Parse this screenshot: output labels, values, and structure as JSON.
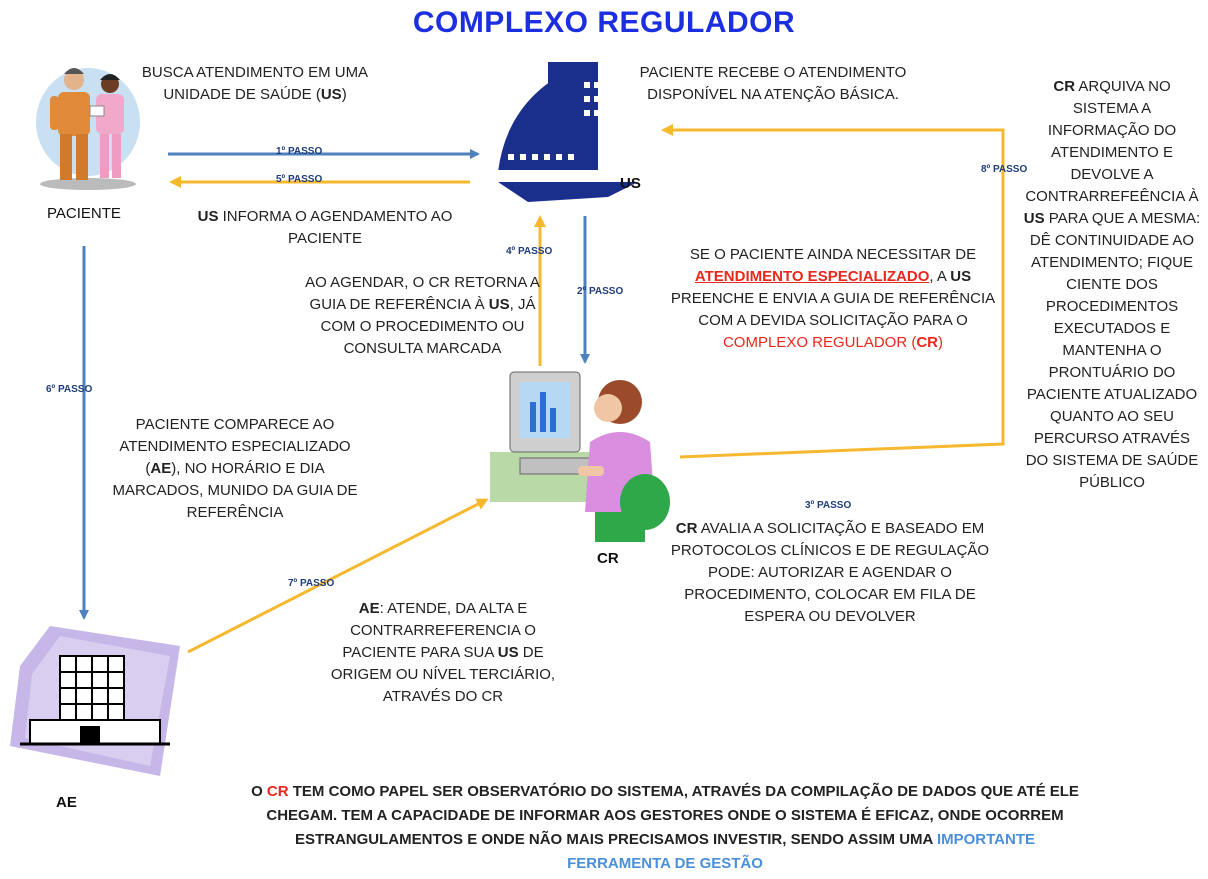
{
  "title": "COMPLEXO REGULADOR",
  "nodes": {
    "paciente": "PACIENTE",
    "us": "US",
    "cr": "CR",
    "ae": "AE"
  },
  "steps": {
    "s1": "1º PASSO",
    "s2": "2º PASSO",
    "s3": "3º PASSO",
    "s4": "4º PASSO",
    "s5": "5º PASSO",
    "s6": "6º PASSO",
    "s7": "7º PASSO",
    "s8": "8º PASSO"
  },
  "texts": {
    "busca_1": "BUSCA ATENDIMENTO EM UMA UNIDADE DE SAÚDE (",
    "busca_us": "US",
    "busca_2": ")",
    "recebe": "PACIENTE RECEBE O ATENDIMENTO DISPONÍVEL NA ATENÇÃO BÁSICA.",
    "informa_us": "US",
    "informa": " INFORMA O AGENDAMENTO AO PACIENTE",
    "agendar_1": "AO AGENDAR, O CR RETORNA A GUIA DE REFERÊNCIA À ",
    "agendar_us": "US",
    "agendar_2": ", JÁ COM O PROCEDIMENTO OU CONSULTA MARCADA",
    "se_1": "SE O PACIENTE AINDA NECESSITAR DE ",
    "se_esp": "ATENDIMENTO ESPECIALIZADO",
    "se_2": ", A ",
    "se_us": "US",
    "se_3": " PREENCHE E ENVIA A GUIA DE REFERÊNCIA COM A DEVIDA SOLICITAÇÃO PARA O ",
    "se_cr_full": "COMPLEXO REGULADOR (",
    "se_cr": "CR",
    "se_cr_end": ")",
    "comparece_1": "PACIENTE COMPARECE  AO ATENDIMENTO ESPECIALIZADO (",
    "comparece_ae": "AE",
    "comparece_2": "),  NO HORÁRIO E DIA MARCADOS, MUNIDO DA GUIA DE REFERÊNCIA",
    "avalia_cr": "CR",
    "avalia": " AVALIA A SOLICITAÇÃO E BASEADO EM PROTOCOLOS CLÍNICOS E DE REGULAÇÃO PODE: AUTORIZAR E AGENDAR O PROCEDIMENTO,  COLOCAR EM FILA DE ESPERA OU DEVOLVER",
    "ae_ae": "AE",
    "ae_text": ": ATENDE, DA ALTA E CONTRARREFERENCIA O PACIENTE PARA SUA ",
    "ae_us": "US",
    "ae_text2": "  DE ORIGEM OU NÍVEL TERCIÁRIO, ATRAVÉS DO CR",
    "arquiva_cr": "CR",
    "arquiva_1": "  ARQUIVA NO SISTEMA A INFORMAÇÃO DO ATENDIMENTO E DEVOLVE A CONTRARREFEÊNCIA À ",
    "arquiva_us": "US",
    "arquiva_2": " PARA QUE A MESMA: DÊ CONTINUIDADE AO ATENDIMENTO; FIQUE CIENTE DOS PROCEDIMENTOS EXECUTADOS E MANTENHA O PRONTUÁRIO DO PACIENTE ATUALIZADO QUANTO AO SEU PERCURSO ATRAVÉS DO SISTEMA DE SAÚDE PÚBLICO"
  },
  "footer": {
    "p1": "O ",
    "cr": "CR",
    "p2": " TEM COMO PAPEL SER OBSERVATÓRIO  DO SISTEMA, ATRAVÉS DA COMPILAÇÃO DE DADOS QUE ATÉ ELE CHEGAM. TEM A CAPACIDADE DE INFORMAR AOS GESTORES  ONDE O SISTEMA É EFICAZ, ONDE OCORREM ESTRANGULAMENTOS  E ONDE NÃO MAIS PRECISAMOS INVESTIR, SENDO ASSIM UMA ",
    "tool": "IMPORTANTE  FERRAMENTA  DE  GESTÃO"
  },
  "colors": {
    "title": "#1c2fe0",
    "blue_arrow": "#4f81bd",
    "yellow_arrow": "#f5b82e",
    "red": "#e8281c",
    "light_blue": "#4a8fd8"
  }
}
